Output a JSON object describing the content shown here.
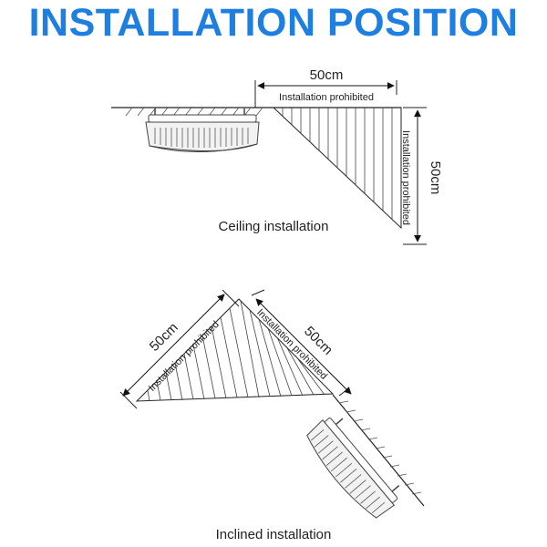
{
  "title": "INSTALLATION POSITION",
  "ceiling": {
    "caption": "Ceiling installation",
    "horizontal_distance": "50cm",
    "horizontal_note": "Installation prohibited",
    "vertical_distance": "50cm",
    "vertical_note": "Installation prohibited"
  },
  "inclined": {
    "caption": "Inclined installation",
    "left_distance": "50cm",
    "left_note": "Installation prohibited",
    "right_distance": "50cm",
    "right_note": "Installation prohibited"
  },
  "colors": {
    "title": "#1e7fe0",
    "line": "#222222"
  },
  "icons": [
    "smoke-detector-icon"
  ]
}
